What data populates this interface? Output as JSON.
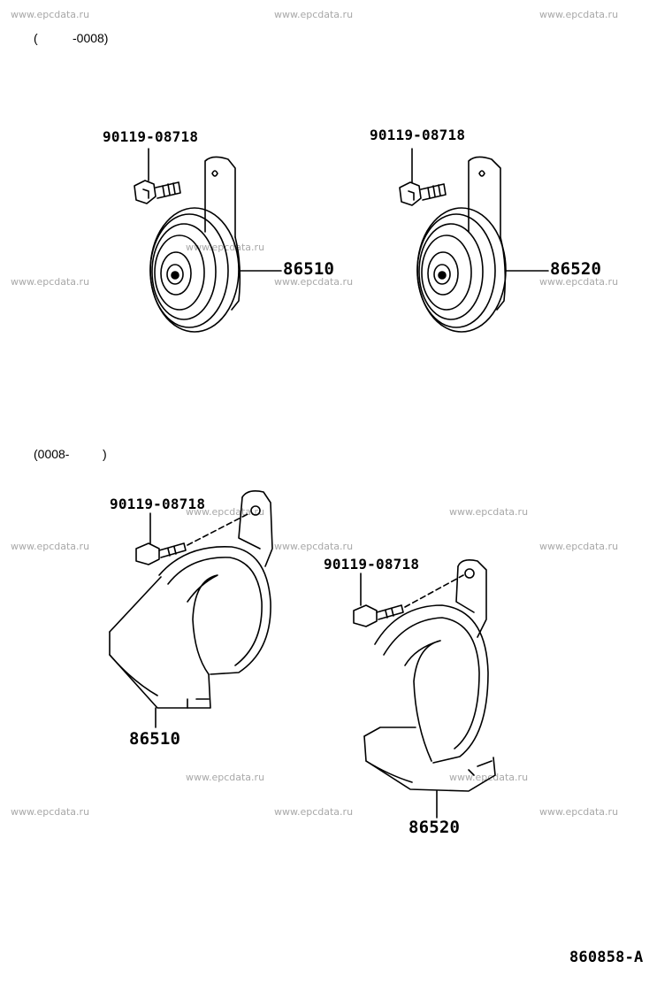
{
  "watermark": "www.epcdata.ru",
  "sections": [
    {
      "note_open": "(",
      "note_close": "-0008)"
    },
    {
      "note_open": "(0008-",
      "note_close": ")"
    }
  ],
  "callouts": {
    "bolt_top_left": "90119-08718",
    "bolt_top_right": "90119-08718",
    "horn_top_left": "86510",
    "horn_top_right": "86520",
    "bolt_bottom_left": "90119-08718",
    "bolt_bottom_right": "90119-08718",
    "horn_bottom_left": "86510",
    "horn_bottom_right": "86520"
  },
  "drawing_code": "860858-A"
}
